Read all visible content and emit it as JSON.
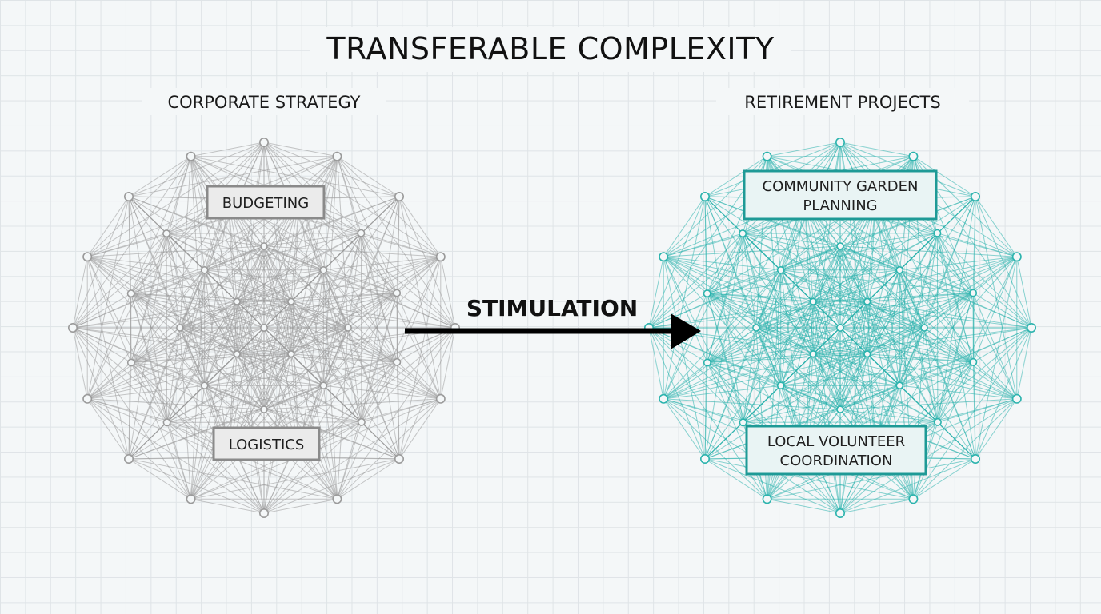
{
  "title": "TRANSFERABLE COMPLEXITY",
  "left": {
    "heading": "CORPORATE STRATEGY",
    "color": "#9a9a9a",
    "box_border": "#8a8a8a",
    "boxes": [
      {
        "lines": [
          "BUDGETING"
        ]
      },
      {
        "lines": [
          "LOGISTICS"
        ]
      }
    ]
  },
  "right": {
    "heading": "RETIREMENT PROJECTS",
    "color": "#2bb3ad",
    "box_border": "#1e9a96",
    "boxes": [
      {
        "lines": [
          "COMMUNITY GARDEN",
          "PLANNING"
        ]
      },
      {
        "lines": [
          "LOCAL VOLUNTEER",
          "COORDINATION"
        ]
      }
    ]
  },
  "arrow": {
    "label": "STIMULATION",
    "color": "#000000"
  }
}
